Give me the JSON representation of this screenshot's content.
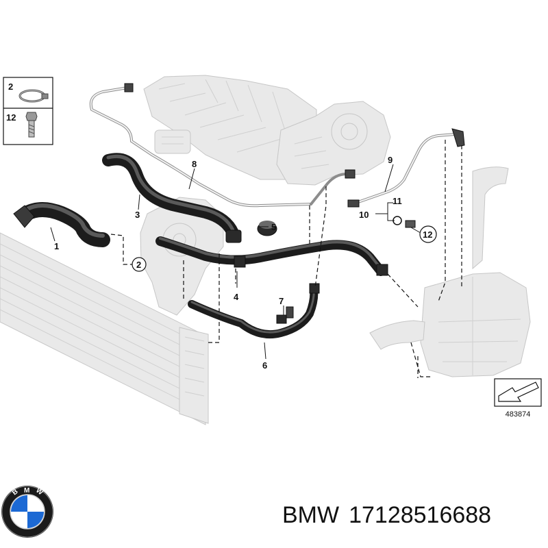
{
  "legend": [
    {
      "number": "2",
      "icon": "hose-clamp-icon"
    },
    {
      "number": "12",
      "icon": "bolt-icon"
    }
  ],
  "callouts": {
    "c1": "1",
    "c2": "2",
    "c3": "3",
    "c4": "4",
    "c5": "5",
    "c6": "6",
    "c7": "7",
    "c8": "8",
    "c9": "9",
    "c10": "10",
    "c11": "11",
    "c12": "12"
  },
  "diagram_id": "483874",
  "brand": "BMW",
  "part_number": "17128516688",
  "logo": {
    "text": "BMW",
    "colors": {
      "ring": "#111111",
      "blue": "#1c69d4",
      "white": "#ffffff"
    }
  }
}
